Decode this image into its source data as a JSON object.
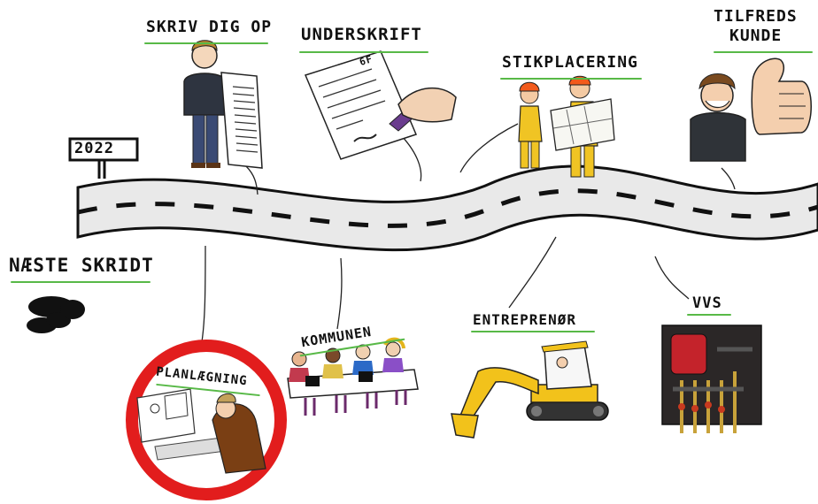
{
  "year_sign": "2022",
  "next_steps_title": "NÆSTE SKRIDT",
  "milestones_top": [
    {
      "label": "SKRIV DIG OP"
    },
    {
      "label": "UNDERSKRIFT"
    },
    {
      "label": "STIKPLACERING"
    },
    {
      "label_line1": "TILFREDS",
      "label_line2": "KUNDE"
    }
  ],
  "milestones_bottom": [
    {
      "label": "PLANLÆGNING",
      "highlighted": true
    },
    {
      "label": "KOMMUNEN"
    },
    {
      "label": "ENTREPRENØR"
    },
    {
      "label": "VVS"
    }
  ],
  "document_text": "6F",
  "colors": {
    "highlight_ring": "#e21d1d",
    "underline": "#58b947",
    "road": "#e9e9e9",
    "road_edge": "#111111",
    "excavator": "#f2c21b"
  }
}
